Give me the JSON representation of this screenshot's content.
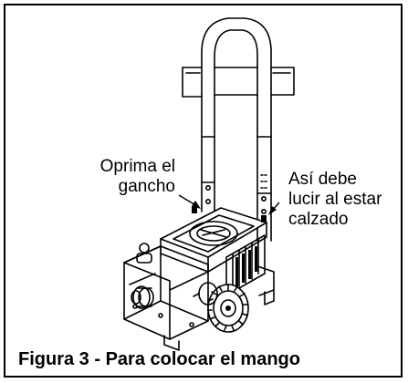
{
  "figure": {
    "caption": "Figura 3 - Para colocar el mango",
    "callout_left": {
      "line1": "Oprima el",
      "line2": "gancho"
    },
    "callout_right": {
      "line1": "Así debe",
      "line2": "lucir al estar",
      "line3": "calzado"
    },
    "illustration_icon": "sprayer-with-handle-icon"
  }
}
